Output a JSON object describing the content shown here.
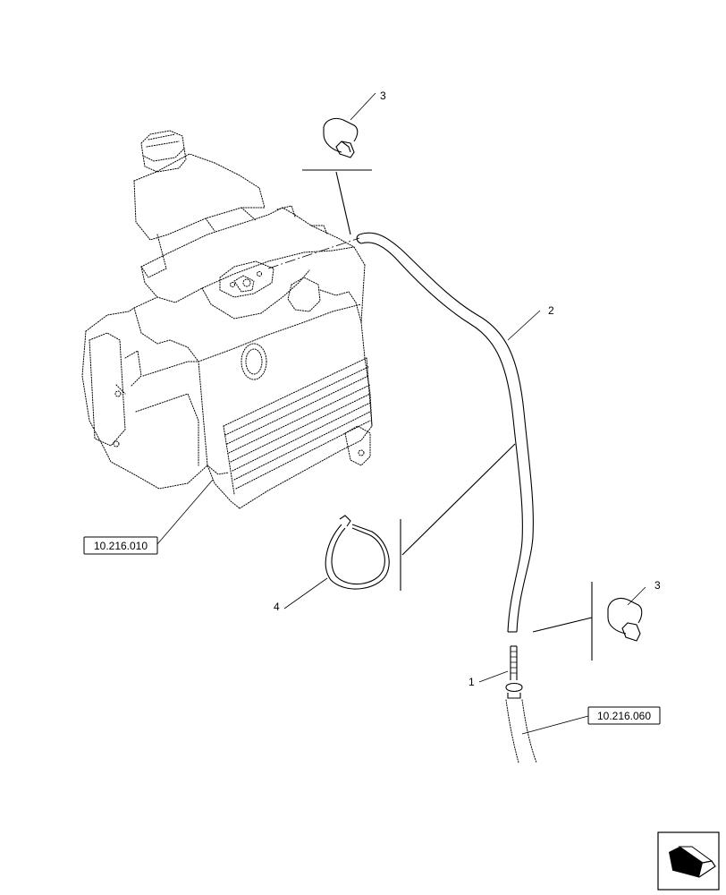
{
  "callouts": {
    "c1": "1",
    "c2": "2",
    "c3a": "3",
    "c3b": "3",
    "c4": "4"
  },
  "references": {
    "tank": "10.216.010",
    "hose": "10.216.060"
  },
  "icons": {
    "nav": "arrow-navigation-icon"
  }
}
